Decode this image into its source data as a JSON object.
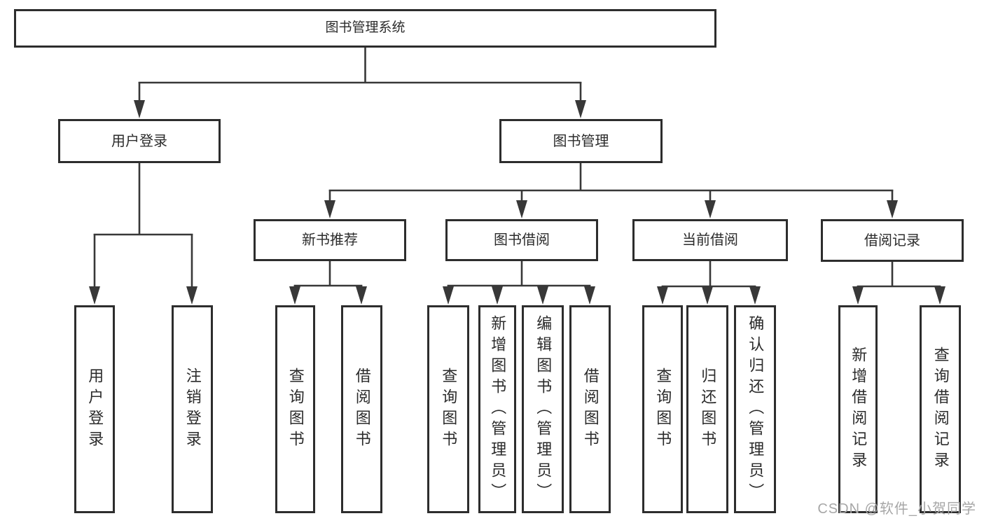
{
  "diagram_type": "hierarchy-tree",
  "tree": {
    "label": "图书管理系统",
    "children": [
      {
        "label": "用户登录",
        "children": [
          {
            "label": "用户登录"
          },
          {
            "label": "注销登录"
          }
        ]
      },
      {
        "label": "图书管理",
        "children": [
          {
            "label": "新书推荐",
            "children": [
              {
                "label": "查询图书"
              },
              {
                "label": "借阅图书"
              }
            ]
          },
          {
            "label": "图书借阅",
            "children": [
              {
                "label": "查询图书"
              },
              {
                "label": "新增图书（管理员）"
              },
              {
                "label": "编辑图书（管理员）"
              },
              {
                "label": "借阅图书"
              }
            ]
          },
          {
            "label": "当前借阅",
            "children": [
              {
                "label": "查询图书"
              },
              {
                "label": "归还图书"
              },
              {
                "label": "确认归还（管理员）"
              }
            ]
          },
          {
            "label": "借阅记录",
            "children": [
              {
                "label": "新增借阅记录"
              },
              {
                "label": "查询借阅记录"
              }
            ]
          }
        ]
      }
    ]
  },
  "watermark": "CSDN @软件_小贺同学",
  "colors": {
    "background": "#ffffff",
    "line": "#383838",
    "box_border": "#2d2d2d",
    "text": "#2b2b2b",
    "watermark": "#a7a7a7"
  }
}
